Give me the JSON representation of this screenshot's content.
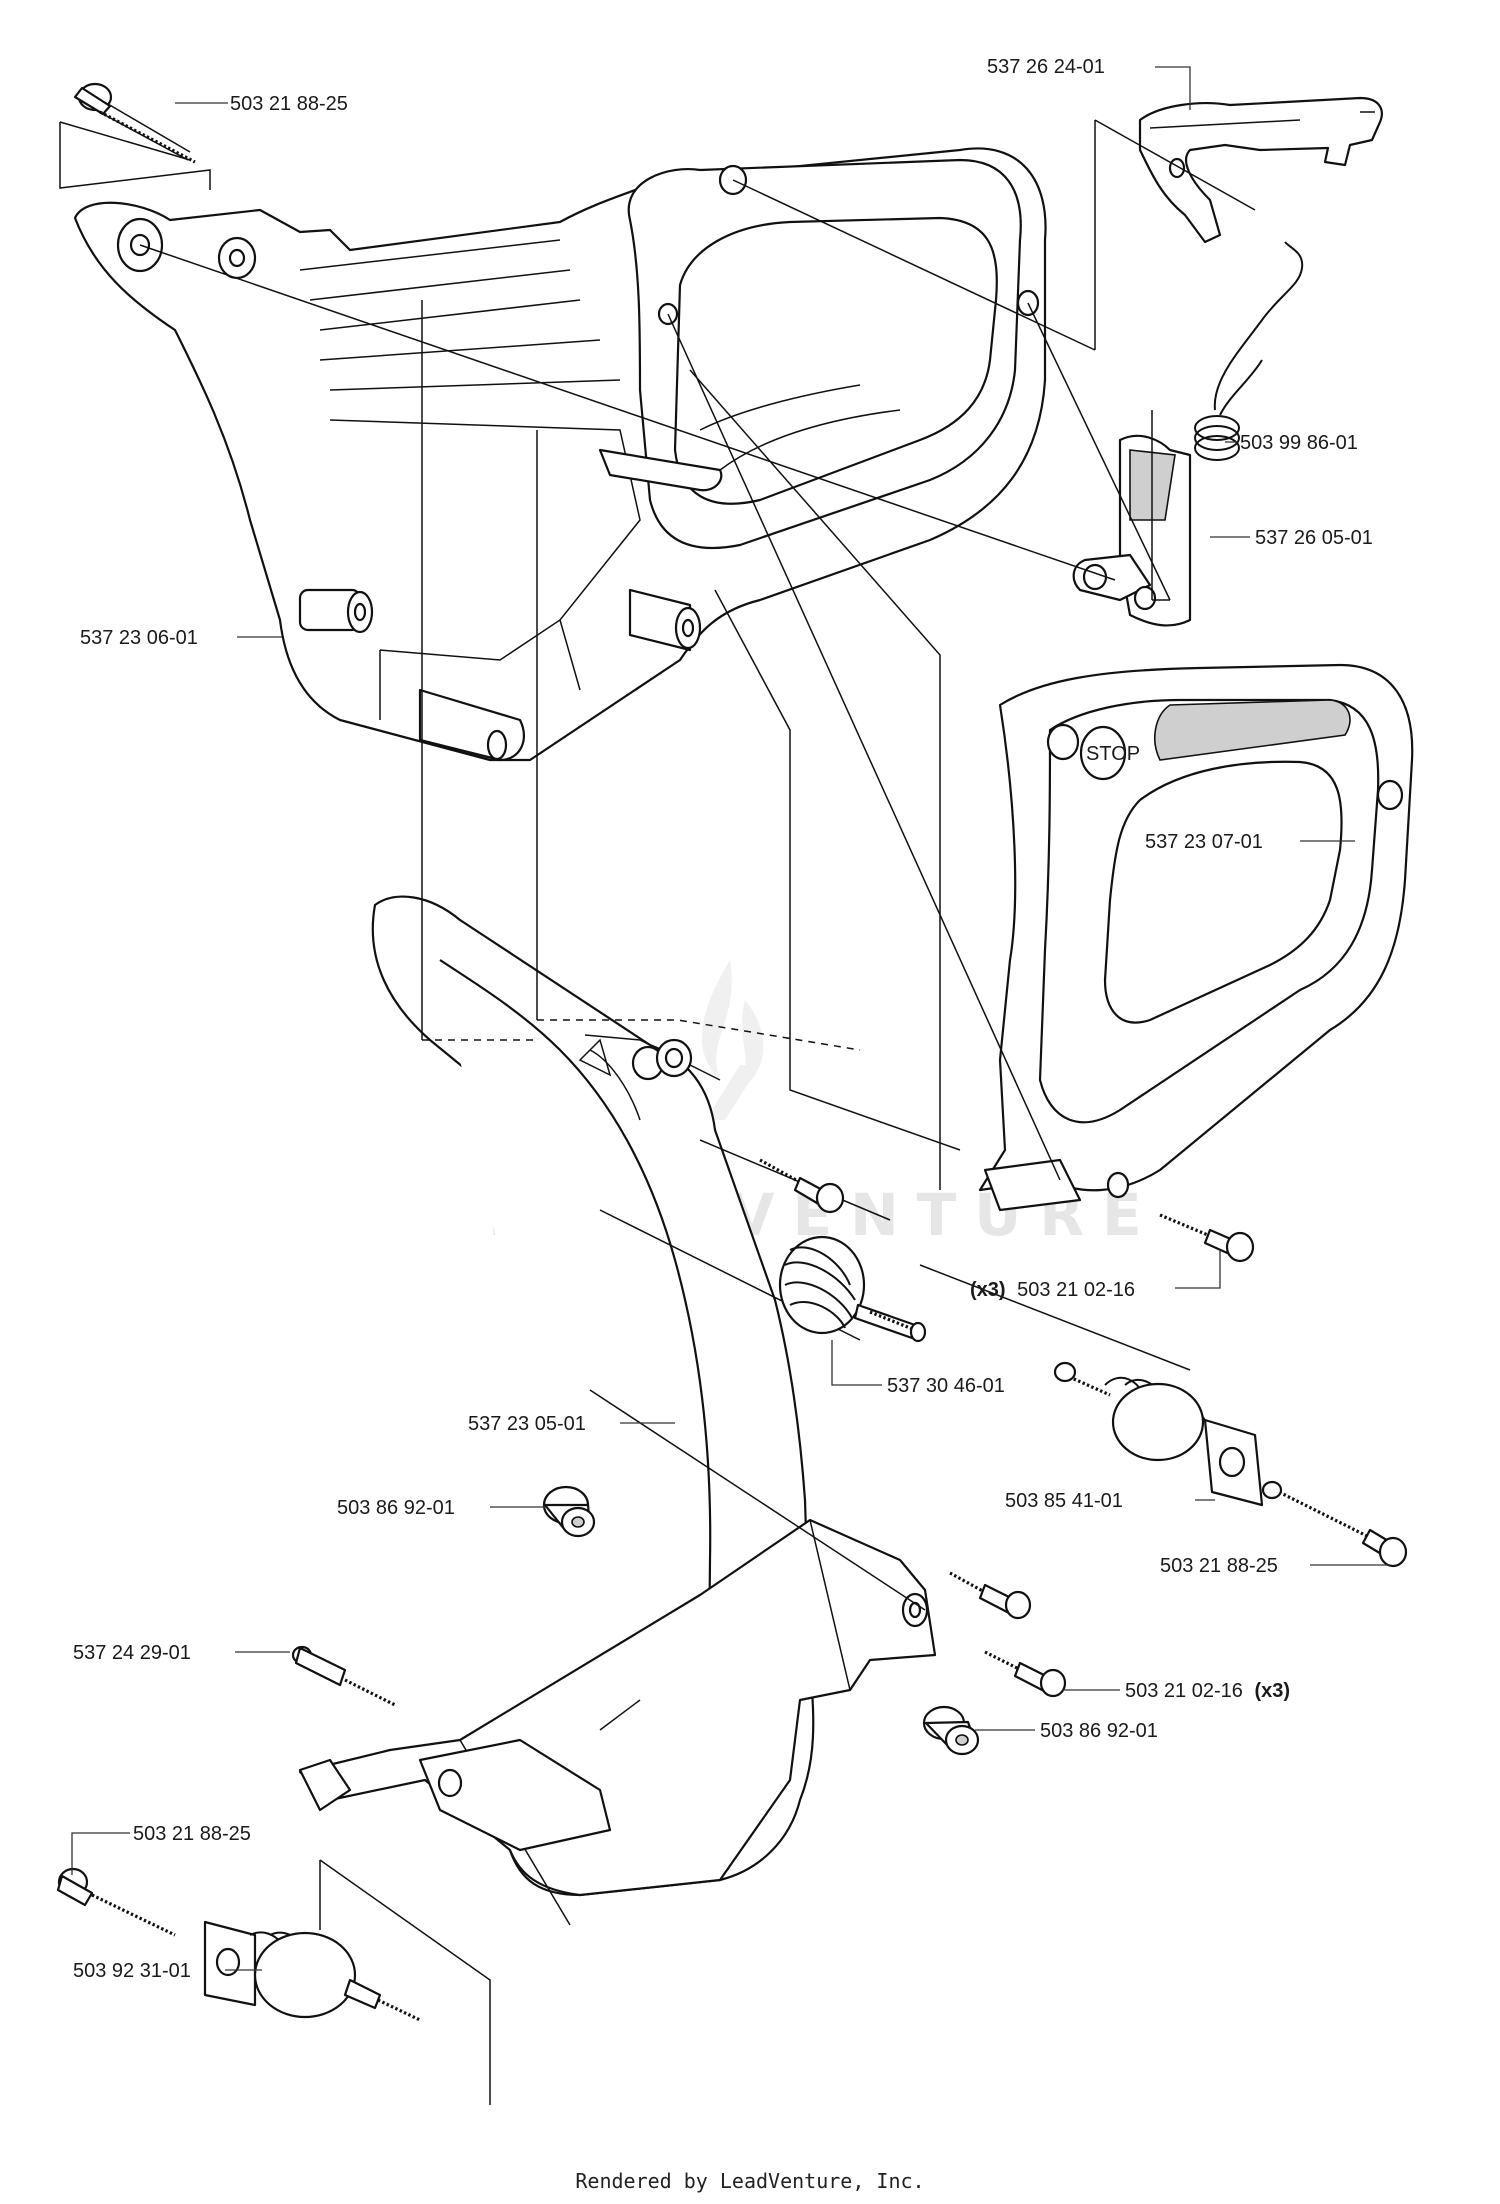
{
  "labels": {
    "l01": "503 21 88-25",
    "l02": "537 26 24-01",
    "l03": "503 99 86-01",
    "l04": "537 26 05-01",
    "l05": "537 23 06-01",
    "l06": "537 23 07-01",
    "l07_qty": "(x3)",
    "l07": "503 21 02-16",
    "l08": "537 30 46-01",
    "l09": "537 23 05-01",
    "l10": "503 85 41-01",
    "l11": "503 86 92-01",
    "l12": "503 21 88-25",
    "l13": "537 24 29-01",
    "l14": "503 21 02-16",
    "l14_qty": "(x3)",
    "l15": "503 86 92-01",
    "l16": "503 21 88-25",
    "l17": "503 92 31-01"
  },
  "decal_text": "STOP",
  "watermark": "LEADVENTURE",
  "footer": "Rendered by LeadVenture, Inc.",
  "icons": {
    "watermark": "flame-logo-icon"
  }
}
